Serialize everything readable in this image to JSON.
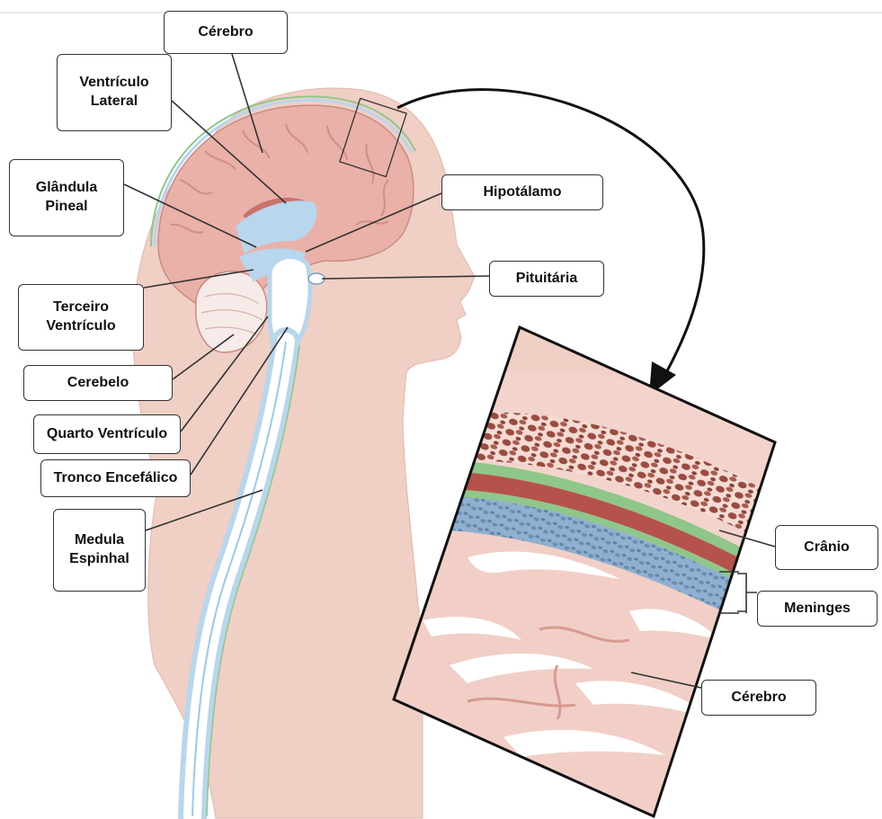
{
  "labels": {
    "cerebro_top": "Cérebro",
    "ventriculo_lateral": "Ventrículo\nLateral",
    "glandula_pineal": "Glândula\nPineal",
    "hipotalamo": "Hipotálamo",
    "pituitaria": "Pituitária",
    "terceiro_ventriculo": "Terceiro\nVentrículo",
    "cerebelo": "Cerebelo",
    "quarto_ventriculo": "Quarto Ventrículo",
    "tronco_encefalico": "Tronco Encefálico",
    "medula_espinhal": "Medula\nEspinhal",
    "cranio": "Crânio",
    "meninges": "Meninges",
    "cerebro_detail": "Cérebro"
  },
  "colors": {
    "skin": "#f0cfc5",
    "brain": "#e9b1a8",
    "csf": "#b8d6ec",
    "bone": "#9a4b40",
    "membrane_green": "#8fc68a",
    "membrane_red": "#b5524b",
    "membrane_blue": "#7d9ec0",
    "outline": "#222222"
  }
}
